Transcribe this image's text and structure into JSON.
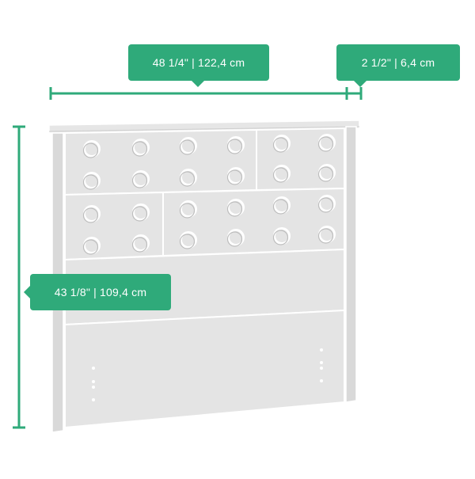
{
  "dimensions": {
    "width_label": "48 1/4\"  |  122,4 cm",
    "depth_label": "2 1/2\"  |  6,4 cm",
    "height_label": "43 1/8\"  |  109,4 cm"
  },
  "colors": {
    "accent": "#2faa7a",
    "panel_fill": "#e4e4e4",
    "panel_stroke": "#ffffff",
    "frame_fill": "#d6d6d6"
  }
}
